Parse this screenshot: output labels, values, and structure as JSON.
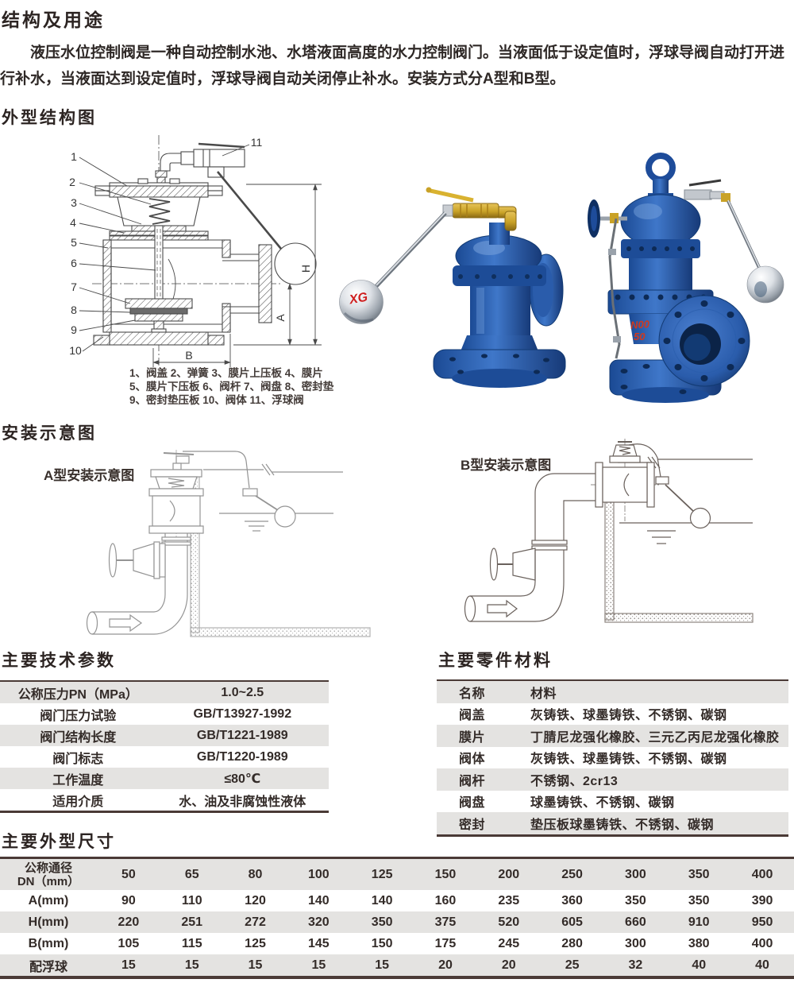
{
  "colors": {
    "accent_blue": "#2f62b5",
    "blue_dark": "#173a78",
    "row_shade": "#e4e3e1",
    "rule_dark": "#4a3a36",
    "text_dark": "#332b28",
    "brass": "#c9a227",
    "logo_red": "#cf1f1f"
  },
  "sections": {
    "structure_purpose_title": "结构及用途",
    "outline_drawing_title": "外型结构图",
    "installation_title": "安装示意图",
    "tech_params_title": "主要技术参数",
    "materials_title": "主要零件材料",
    "dimensions_title": "主要外型尺寸"
  },
  "intro_paragraph": "液压水位控制阀是一种自动控制水池、水塔液面高度的水力控制阀门。当液面低于设定值时，浮球导阀自动打开进行补水，当液面达到设定值时，浮球导阀自动关闭停止补水。安装方式分A型和B型。",
  "structure_figure": {
    "callouts": [
      "1",
      "2",
      "3",
      "4",
      "5",
      "6",
      "7",
      "8",
      "9",
      "10",
      "11"
    ],
    "dim_labels": [
      "H",
      "A",
      "B"
    ],
    "parts_note_lines": [
      "1、阀盖 2、弹簧 3、膜片上压板 4、膜片",
      "5、膜片下压板 6、阀杆 7、阀盘 8、密封垫",
      "9、密封垫压板 10、阀体 11、浮球阀"
    ],
    "float_ball_logo": "XG",
    "valve_marking": [
      "N00",
      "50"
    ]
  },
  "installation": {
    "caption_a": "A型安装示意图",
    "caption_b": "B型安装示意图"
  },
  "tech_params": {
    "rows": [
      [
        "公称压力PN（MPa）",
        "1.0~2.5"
      ],
      [
        "阀门压力试验",
        "GB/T13927-1992"
      ],
      [
        "阀门结构长度",
        "GB/T1221-1989"
      ],
      [
        "阀门标志",
        "GB/T1220-1989"
      ],
      [
        "工作温度",
        "≤80℃"
      ],
      [
        "适用介质",
        "水、油及非腐蚀性液体"
      ]
    ]
  },
  "materials": {
    "rows": [
      [
        "名称",
        "材料"
      ],
      [
        "阀盖",
        "灰铸铁、球墨铸铁、不锈钢、碳钢"
      ],
      [
        "膜片",
        "丁腈尼龙强化橡胶、三元乙丙尼龙强化橡胶"
      ],
      [
        "阀体",
        "灰铸铁、球墨铸铁、不锈钢、碳钢"
      ],
      [
        "阀杆",
        "不锈钢、2cr13"
      ],
      [
        "阀盘",
        "球墨铸铁、不锈钢、碳钢"
      ],
      [
        "密封",
        "垫压板球墨铸铁、不锈钢、碳钢"
      ]
    ]
  },
  "dimensions": {
    "rows": [
      [
        "公称通径\nDN（mm）",
        "50",
        "65",
        "80",
        "100",
        "125",
        "150",
        "200",
        "250",
        "300",
        "350",
        "400"
      ],
      [
        "A(mm)",
        "90",
        "110",
        "120",
        "140",
        "140",
        "160",
        "235",
        "360",
        "350",
        "350",
        "390"
      ],
      [
        "H(mm)",
        "220",
        "251",
        "272",
        "320",
        "350",
        "375",
        "520",
        "605",
        "660",
        "910",
        "950"
      ],
      [
        "B(mm)",
        "105",
        "115",
        "125",
        "145",
        "150",
        "175",
        "245",
        "280",
        "300",
        "380",
        "400"
      ],
      [
        "配浮球",
        "15",
        "15",
        "15",
        "15",
        "15",
        "20",
        "20",
        "25",
        "32",
        "40",
        "40"
      ]
    ]
  }
}
